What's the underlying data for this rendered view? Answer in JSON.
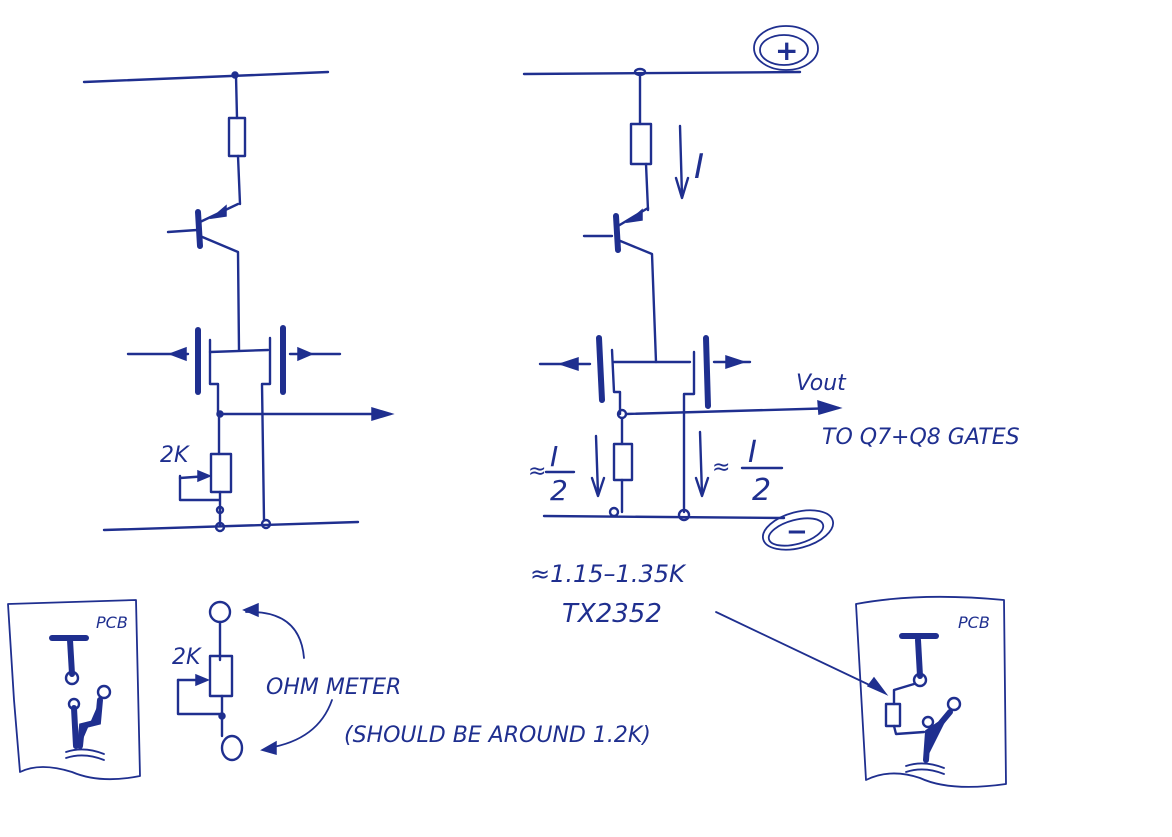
{
  "labels": {
    "left_resistor": "2K",
    "vout": "Vout",
    "vout_dest": "TO Q7+Q8 GATES",
    "current_top": "I",
    "current_left_prefix": "≈",
    "current_left_num": "I",
    "current_left_den": "2",
    "current_right_prefix": "≈",
    "current_right_num": "I",
    "current_right_den": "2",
    "plus_rail": "+",
    "minus_rail": "−",
    "range": "≈1.15–1.35K",
    "part": "TX2352",
    "pcb_left": "PCB",
    "pcb_right": "PCB",
    "ohm_resistor": "2K",
    "ohmmeter": "OHM METER",
    "ohm_note": "(SHOULD BE AROUND 1.2K)"
  }
}
